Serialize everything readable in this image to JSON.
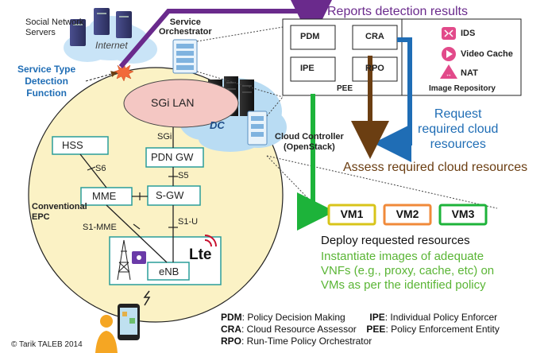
{
  "top": {
    "social_network_servers": [
      "Social Network",
      "Servers"
    ],
    "internet": "Internet",
    "service_type_detection": [
      "Service Type",
      "Detection",
      "Function"
    ],
    "service_orchestrator": [
      "Service",
      "Orchestrator"
    ],
    "reports_detection": "Reports detection results"
  },
  "epc": {
    "sgi_lan": "SGi LAN",
    "sgi": "SGi",
    "dc": "DC",
    "hss": "HSS",
    "pdn_gw": "PDN GW",
    "mme": "MME",
    "sgw": "S-GW",
    "enb": "eNB",
    "lte": "Lte",
    "s6": "S6",
    "s5": "S5",
    "s1u": "S1-U",
    "s1mme": "S1-MME",
    "conventional_epc": [
      "Conventional",
      "EPC"
    ]
  },
  "cloud_controller": [
    "Cloud Controller",
    "(OpenStack)"
  ],
  "pee": {
    "pdm": "PDM",
    "cra": "CRA",
    "ipe": "IPE",
    "rpo": "RPO",
    "label": "PEE"
  },
  "image_repository": {
    "ids": "IDS",
    "video_cache": "Video Cache",
    "nat": "NAT",
    "label": "Image Repository"
  },
  "request_text": [
    "Request",
    "required cloud",
    "resources"
  ],
  "assess_text": "Assess required cloud resources",
  "vms": [
    "VM1",
    "VM2",
    "VM3"
  ],
  "deploy_text": "Deploy requested resources",
  "instantiate_text": [
    "Instantiate images of adequate",
    "VNFs (e.g., proxy, cache, etc) on",
    "VMs as per the identified policy"
  ],
  "legend": {
    "line1_a_key": "PDM",
    "line1_a_val": ": Policy Decision Making",
    "line1_b_key": "IPE",
    "line1_b_val": ": Individual Policy Enforcer",
    "line2_a_key": "CRA",
    "line2_a_val": ": Cloud Resource Assessor",
    "line2_b_key": "PEE",
    "line2_b_val": ": Policy Enforcement Entity",
    "line3_key": "RPO",
    "line3_val": ": Run-Time Policy Orchestrator"
  },
  "copyright": "© Tarik TALEB 2014",
  "colors": {
    "purple": "#6a2a8c",
    "blue": "#1f6db5",
    "brown": "#6b3e12",
    "green": "#1db33a",
    "lightgreen": "#5ab535",
    "cyan": "#2a9d9a",
    "sgi_fill": "#f4c7c3",
    "epc_fill": "#fbf2c5"
  }
}
